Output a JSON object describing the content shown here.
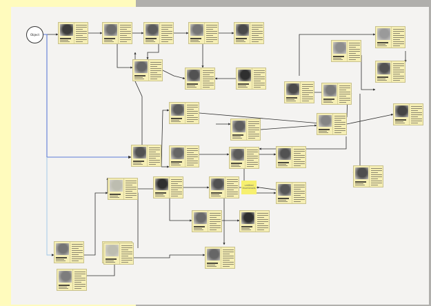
{
  "origin_node": {
    "label": "Object"
  },
  "note": {
    "line1": "untitled",
    "line2": "thumbnails"
  },
  "colors": {
    "sidebar": "#fffbbd",
    "board": "#f4f3f1",
    "card": "#f6efb5",
    "connector": "#2b2b2b",
    "highlight_connector": "#5a78d6",
    "secondary_connector": "#9cc6e6"
  },
  "cards": [
    {
      "id": "c1",
      "thumb": "dark-figure-photo"
    },
    {
      "id": "c2",
      "thumb": "group-photo"
    },
    {
      "id": "c3",
      "thumb": "portrait-photo"
    },
    {
      "id": "c4",
      "thumb": "hands-photo"
    },
    {
      "id": "c5",
      "thumb": "landscape-photo"
    },
    {
      "id": "c6",
      "thumb": "object-photo"
    },
    {
      "id": "c7",
      "thumb": "figure-photo"
    },
    {
      "id": "c8",
      "thumb": "dark-photo"
    },
    {
      "id": "c9",
      "thumb": "statue-photo"
    },
    {
      "id": "c10",
      "thumb": "sky-photo"
    },
    {
      "id": "c11",
      "thumb": "figure-photo"
    },
    {
      "id": "c12",
      "thumb": "landscape-photo"
    },
    {
      "id": "c13",
      "thumb": "flower-photo"
    },
    {
      "id": "c14",
      "thumb": "portrait-photo"
    },
    {
      "id": "c15",
      "thumb": "crowd-photo"
    },
    {
      "id": "c16",
      "thumb": "face-photo"
    },
    {
      "id": "c17",
      "thumb": "horizon-photo"
    },
    {
      "id": "c18",
      "thumb": "figure-photo"
    },
    {
      "id": "c19",
      "thumb": "object-photo"
    },
    {
      "id": "c20",
      "thumb": "portrait-photo"
    },
    {
      "id": "c21",
      "thumb": "figure-photo"
    },
    {
      "id": "c22",
      "thumb": "plant-photo"
    },
    {
      "id": "c23",
      "thumb": "sketch-photo"
    },
    {
      "id": "c24",
      "thumb": "dark-photo"
    },
    {
      "id": "c25",
      "thumb": "figure-photo"
    },
    {
      "id": "c26",
      "thumb": "scene-photo"
    },
    {
      "id": "c27",
      "thumb": "texture-photo"
    },
    {
      "id": "c28",
      "thumb": "dark-photo"
    },
    {
      "id": "c29",
      "thumb": "object-photo"
    },
    {
      "id": "c30",
      "thumb": "sketch-photo"
    },
    {
      "id": "c31",
      "thumb": "hands-photo"
    },
    {
      "id": "c32",
      "thumb": "sketch-photo"
    },
    {
      "id": "c33",
      "thumb": "moon-photo"
    },
    {
      "id": "c34",
      "thumb": "device-photo"
    }
  ]
}
